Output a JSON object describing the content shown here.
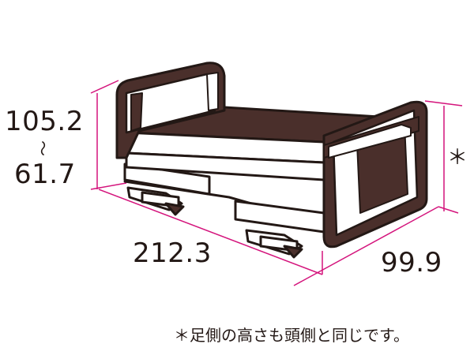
{
  "dimensions": {
    "height_max": "105.2",
    "range_sep": "〜",
    "height_min": "61.7",
    "length": "212.3",
    "width": "99.9",
    "foot_mark": "＊"
  },
  "footnote": "＊足側の高さも頭側と同じです。",
  "colors": {
    "outline": "#231815",
    "body": "#4a2f2b",
    "accent": "#d4147c",
    "fill": "#ffffff"
  }
}
